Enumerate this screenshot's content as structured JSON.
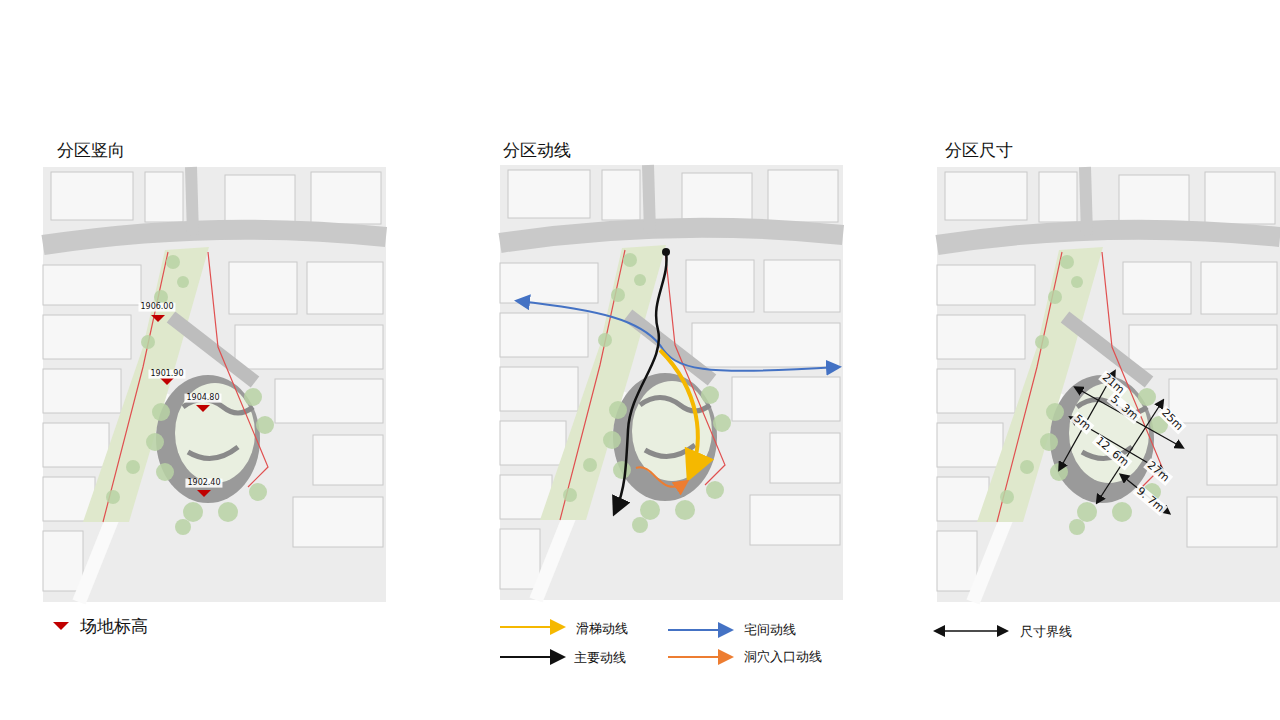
{
  "diagram": {
    "labels": [
      "分区竖向",
      "分区动线",
      "分区尺寸",
      "1906.00",
      "1901.90",
      "1904.80",
      "1902.40",
      "21m",
      "5. 3m",
      "25m",
      "5m",
      "12. 6m",
      "27m",
      "9. 7m"
    ],
    "legend": [
      {
        "text": "场地标高"
      },
      {
        "text": "滑梯动线"
      },
      {
        "text": "宅间动线"
      },
      {
        "text": "主要动线"
      },
      {
        "text": "洞穴入口动线"
      },
      {
        "text": "尺寸界线"
      }
    ]
  }
}
